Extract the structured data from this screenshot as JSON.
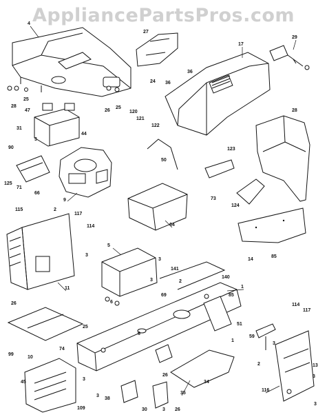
{
  "watermark": {
    "text": "AppliancePartsPros.com"
  },
  "colors": {
    "ink": "#111111",
    "paper": "#ffffff",
    "watermark": "#aaaaaa"
  },
  "callouts": [
    "4",
    "27",
    "25",
    "28",
    "47",
    "31",
    "3",
    "44",
    "26",
    "25",
    "24",
    "36",
    "36",
    "17",
    "29",
    "120",
    "121",
    "122",
    "90",
    "125",
    "71",
    "66",
    "9",
    "50",
    "123",
    "28",
    "73",
    "124",
    "64",
    "115",
    "2",
    "117",
    "114",
    "5",
    "3",
    "3",
    "3",
    "11",
    "6",
    "140",
    "1",
    "69",
    "141",
    "2",
    "6",
    "26",
    "25",
    "114",
    "117",
    "99",
    "10",
    "74",
    "45",
    "3",
    "3",
    "109",
    "38",
    "26",
    "35",
    "34",
    "26",
    "30",
    "3",
    "3",
    "2",
    "116",
    "13",
    "3",
    "3",
    "14",
    "85",
    "85",
    "1",
    "59",
    "51",
    "3"
  ]
}
